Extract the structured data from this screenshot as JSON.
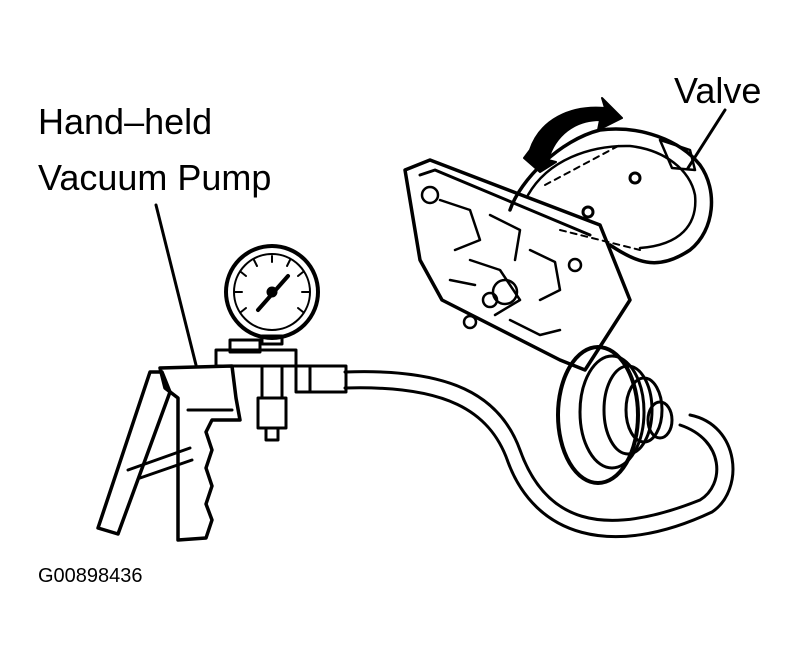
{
  "labels": {
    "pump_line1": "Hand–held",
    "pump_line2": "Vacuum Pump",
    "valve": "Valve",
    "figure_code": "G00898436"
  },
  "colors": {
    "ink": "#000000",
    "paper": "#ffffff"
  }
}
